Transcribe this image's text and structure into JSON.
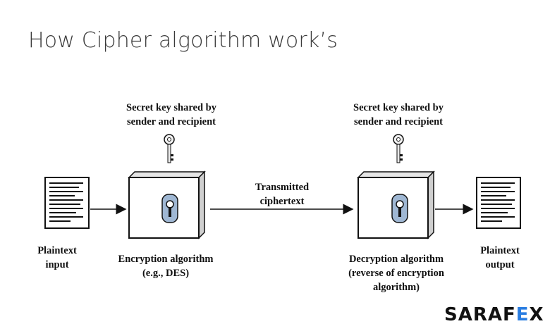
{
  "title": "How Cipher algorithm work’s",
  "labels": {
    "key_left_line1": "Secret key shared by",
    "key_left_line2": "sender and recipient",
    "key_right_line1": "Secret key shared by",
    "key_right_line2": "sender and recipient",
    "plain_in_line1": "Plaintext",
    "plain_in_line2": "input",
    "enc_line1": "Encryption algorithm",
    "enc_line2": "(e.g., DES)",
    "transmit_line1": "Transmitted",
    "transmit_line2": "ciphertext",
    "dec_line1": "Decryption algorithm",
    "dec_line2": "(reverse of encryption",
    "dec_line3": "algorithm)",
    "plain_out_line1": "Plaintext",
    "plain_out_line2": "output"
  },
  "logo": {
    "text_a": "SARAF",
    "text_b": "E",
    "text_c": "X"
  },
  "colors": {
    "lock": "#9fb7d3",
    "box_side": "#d9d9d9",
    "accent": "#2a7de1"
  }
}
